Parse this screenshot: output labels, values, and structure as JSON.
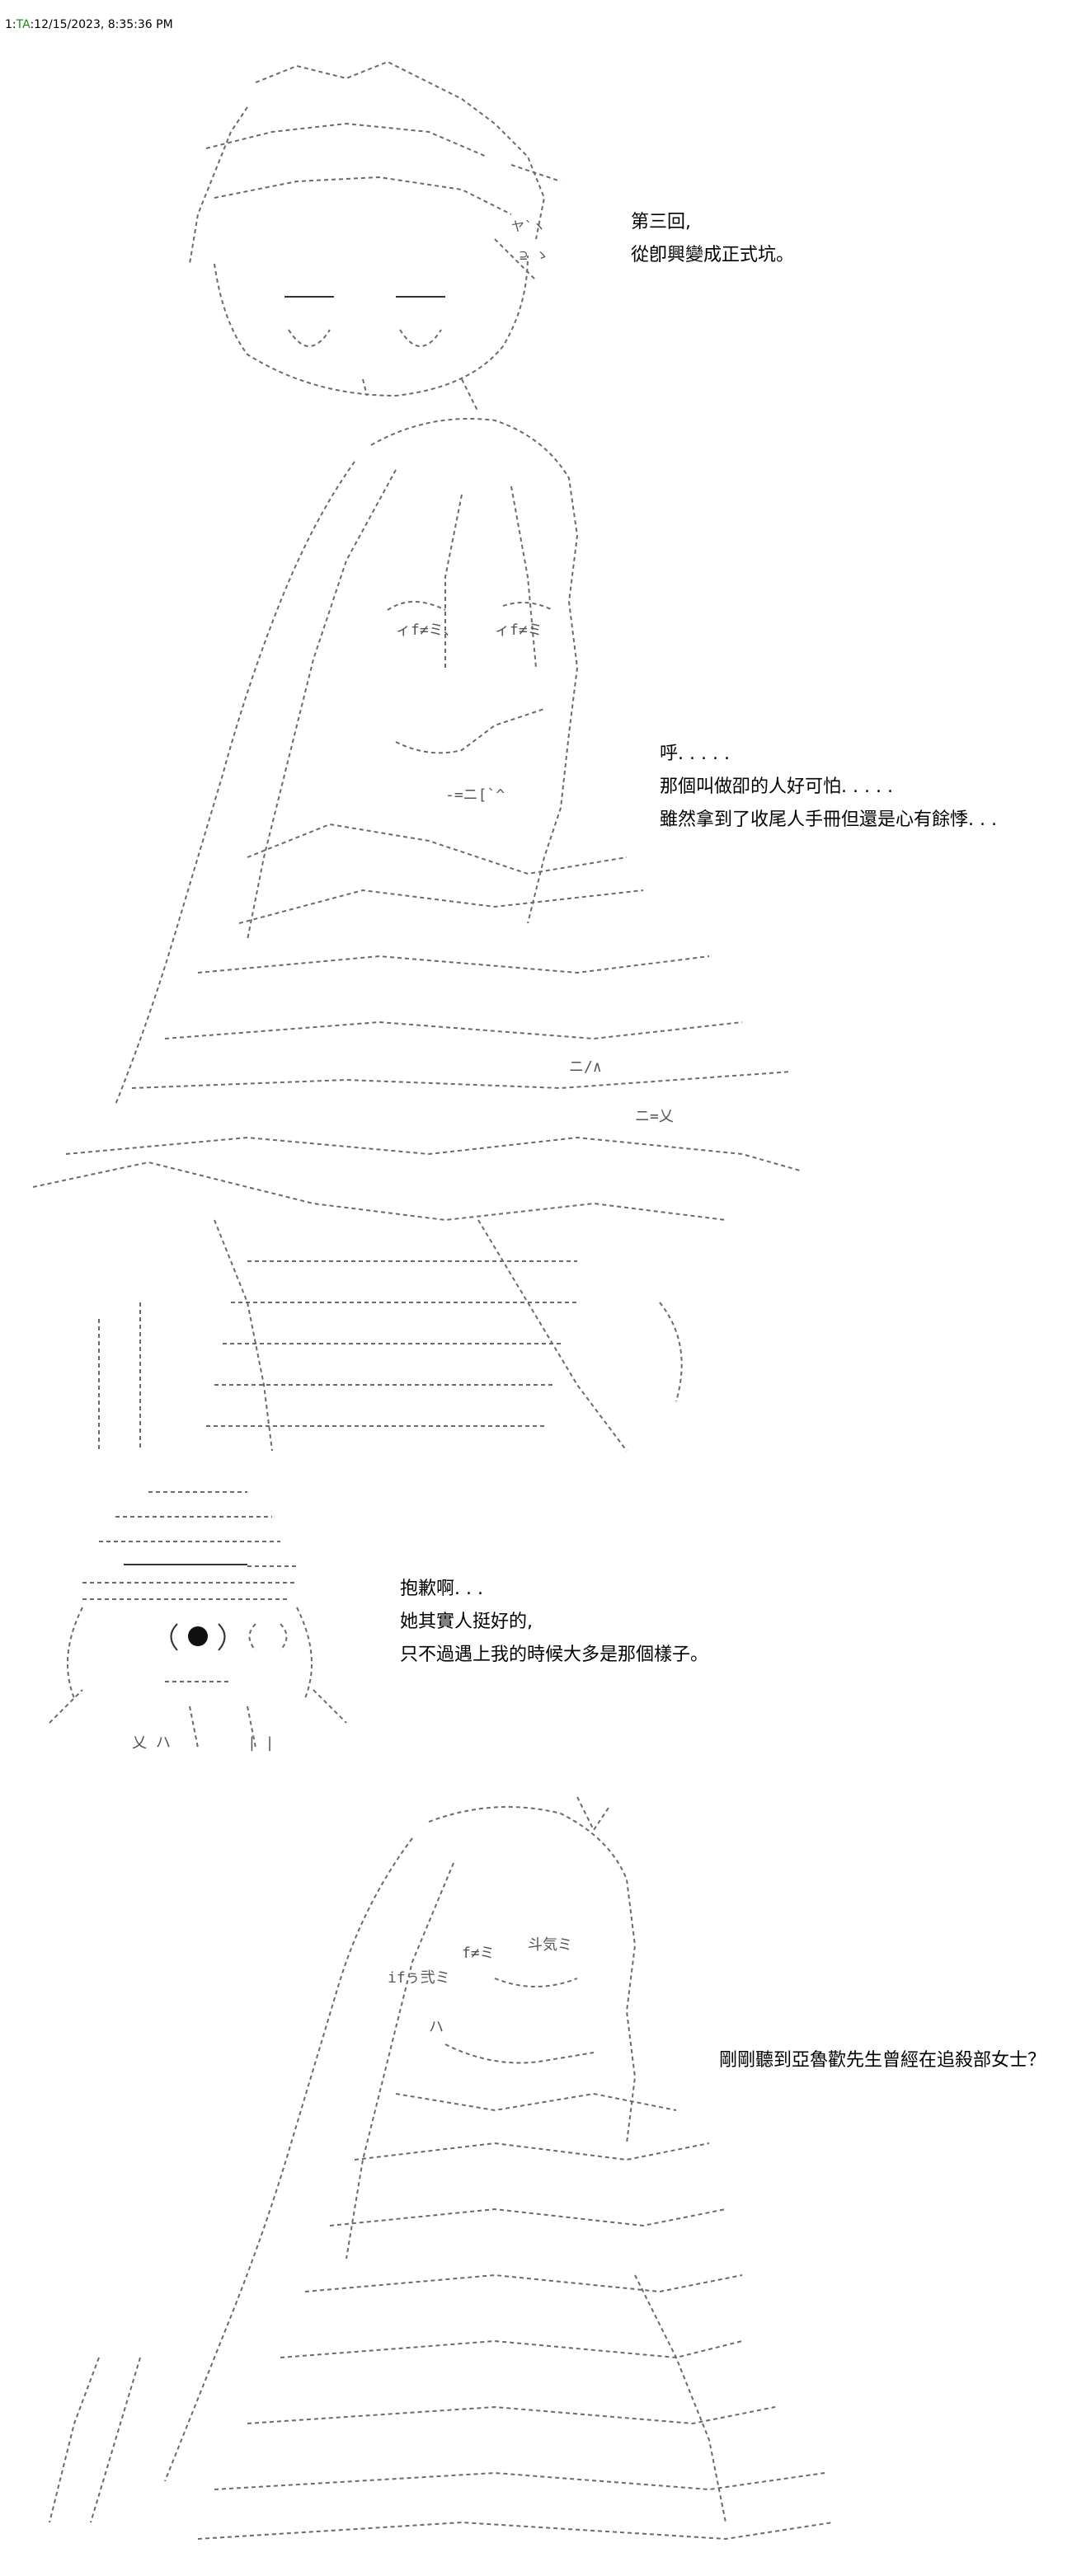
{
  "header": {
    "post_number": "1",
    "poster_name": "TA",
    "timestamp": "12/15/2023, 8:35:36 PM"
  },
  "scenes": [
    {
      "id": "scene-1",
      "character_icon": "spiky-haired-boy-aa",
      "lines": [
        "第三回,",
        "從卽興變成正式坑。"
      ]
    },
    {
      "id": "scene-2",
      "character_icon": "long-haired-girl-hugging-book-aa",
      "lines": [
        "呼. . . . .",
        "那個叫做卲的人好可怕. . . . .",
        "雖然拿到了收尾人手冊但還是心有餘悸. . ."
      ]
    },
    {
      "id": "scene-3",
      "character_icon": "hat-wearing-small-character-aa",
      "lines": [
        "抱歉啊. . .",
        "她其實人挺好的,",
        "只不過遇上我的時候大多是那個樣子。"
      ]
    },
    {
      "id": "scene-4",
      "character_icon": "long-haired-girl-smiling-aa",
      "lines": [
        "剛剛聽到亞魯歡先生曾經在追殺部女士？"
      ]
    }
  ]
}
